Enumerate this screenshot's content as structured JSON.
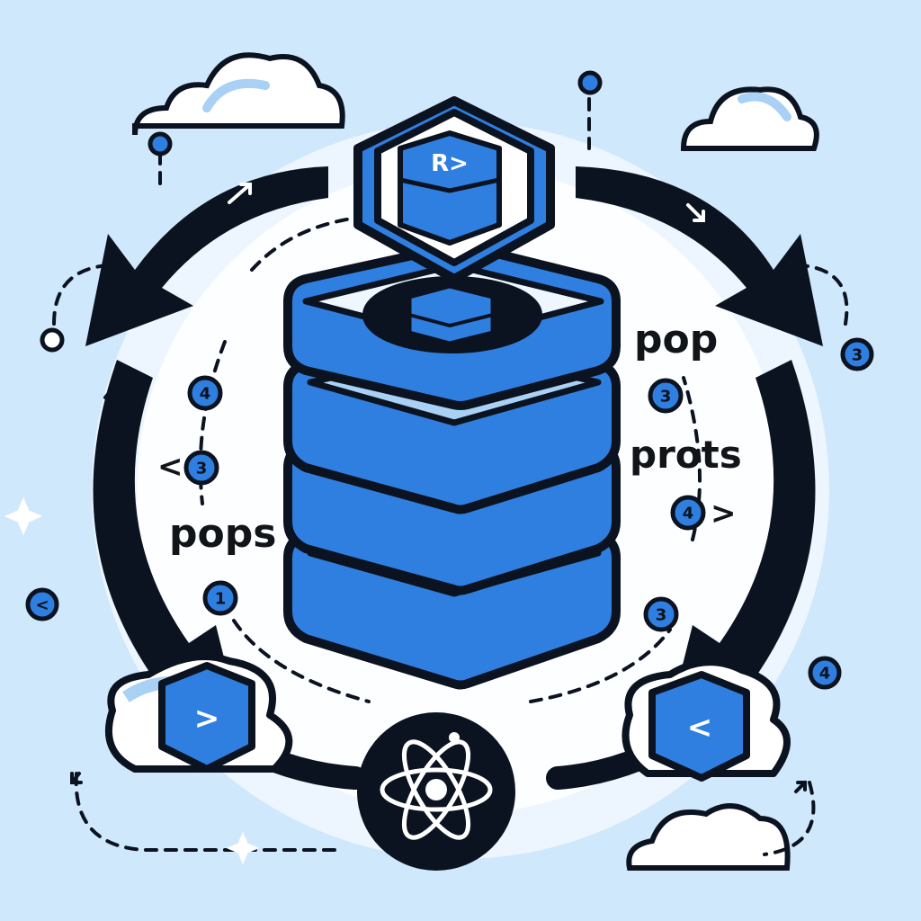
{
  "colors": {
    "background": "#cfe8fb",
    "accent_blue": "#2f7fe0",
    "light_blue": "#a9d1f5",
    "ink": "#0b1220",
    "white": "#ffffff"
  },
  "icons": {
    "center": "layered-stack-icon",
    "top": "code-block-icon",
    "bottom": "atom-react-icon",
    "left_component": "hexagon-component-icon",
    "right_component": "hexagon-component-icon"
  },
  "labels": {
    "left_props": "pops",
    "right_top": "pop",
    "right_props": "prots",
    "top_block": "R>"
  },
  "badges": {
    "left_4": "4",
    "left_3": "3",
    "left_1": "1",
    "left_edge": "<",
    "right_3a": "3",
    "right_4": "4",
    "right_3b": "3",
    "right_edge_3": "3",
    "right_edge_4": "4"
  },
  "glyphs": {
    "left_bracket": "<",
    "right_bracket": ">",
    "left_hex": ">",
    "right_hex": "<"
  }
}
